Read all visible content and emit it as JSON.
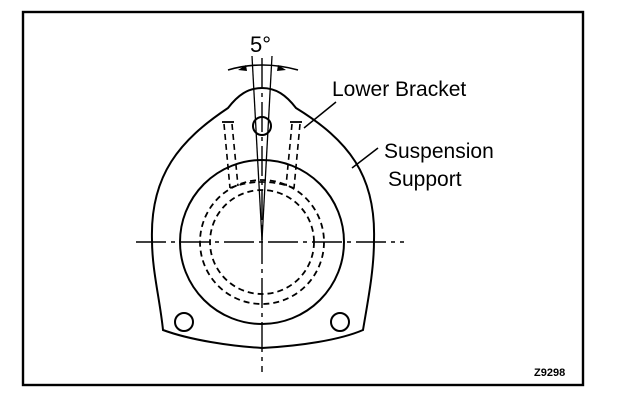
{
  "labels": {
    "angle": "5°",
    "lower_bracket": "Lower Bracket",
    "suspension_line1": "Suspension",
    "suspension_line2": "Support",
    "figure_code": "Z9298"
  },
  "colors": {
    "ink": "#000000",
    "paper": "#ffffff"
  }
}
